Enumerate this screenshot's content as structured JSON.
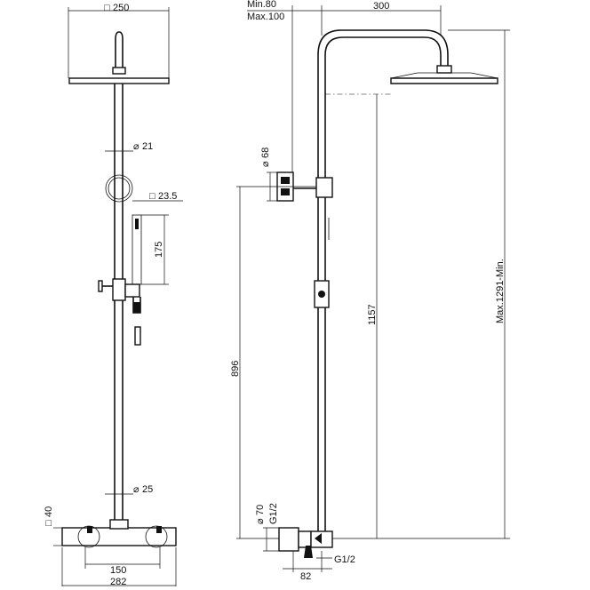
{
  "front_view": {
    "head_size": "250",
    "arm_diameter": "21",
    "handshower_square": "23.5",
    "handshower_length": "175",
    "pipe_diameter": "25",
    "valve_depth": "40",
    "centers": "150",
    "valve_width": "282"
  },
  "side_view": {
    "arm_min": "Min.80",
    "arm_max": "Max.100",
    "arm_reach": "300",
    "wall_bracket_diameter": "68",
    "bracket_height": "896",
    "rail_height": "1157",
    "max_min_height": "Max.1291-Min.",
    "inlet_diameter": "70",
    "inlet_thread_vertical": "G1/2",
    "outlet_thread": "G1/2",
    "valve_projection": "82"
  },
  "symbols": {
    "square": "□",
    "diameter": "⌀"
  }
}
